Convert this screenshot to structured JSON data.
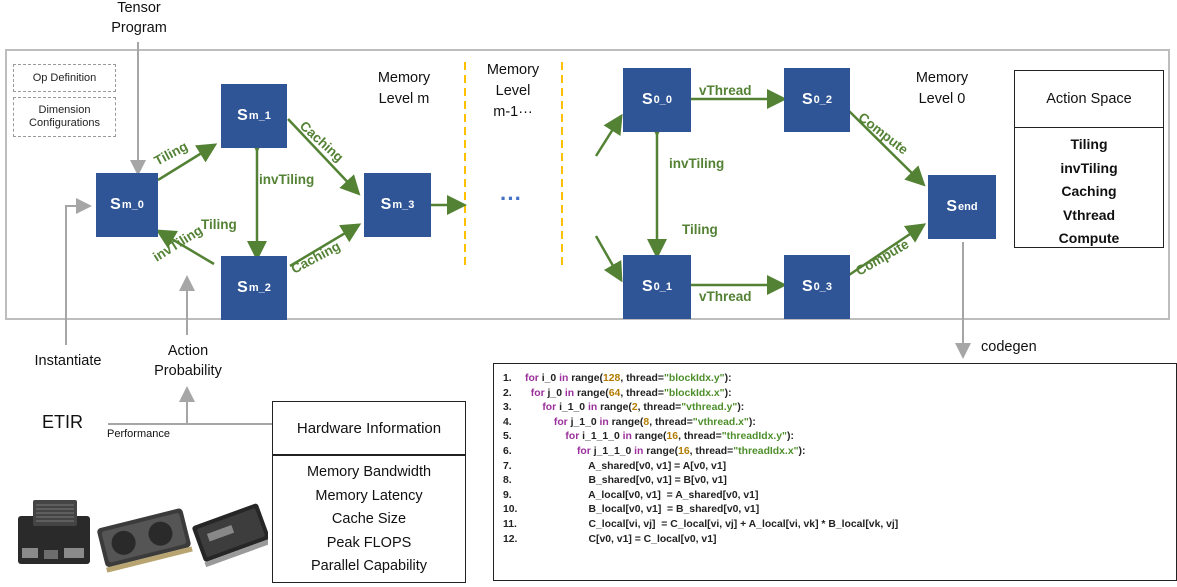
{
  "input_label": "Tensor\nProgram",
  "config_boxes": {
    "op_definition": "Op Definition",
    "dimension_configurations": "Dimension\nConfigurations"
  },
  "memory_levels": {
    "level_m": "Memory\nLevel m",
    "level_m1": "Memory\nLevel\nm-1···",
    "level_0": "Memory\nLevel 0"
  },
  "ellipsis": "···",
  "states": {
    "sm0": {
      "base": "S",
      "sub": "m_0"
    },
    "sm1": {
      "base": "S",
      "sub": "m_1"
    },
    "sm2": {
      "base": "S",
      "sub": "m_2"
    },
    "sm3": {
      "base": "S",
      "sub": "m_3"
    },
    "s00": {
      "base": "S",
      "sub": "0_0"
    },
    "s01": {
      "base": "S",
      "sub": "0_1"
    },
    "s02": {
      "base": "S",
      "sub": "0_2"
    },
    "s03": {
      "base": "S",
      "sub": "0_3"
    },
    "send": {
      "base": "S",
      "sub": "end"
    }
  },
  "edges": {
    "tiling_top": "Tiling",
    "invtiling_bottom": "invTiling",
    "invtiling_mid": "invTiling",
    "tiling_mid": "Tiling",
    "caching_top": "Caching",
    "caching_bottom": "Caching",
    "vthread_top": "vThread",
    "vthread_bottom": "vThread",
    "invtiling_right": "invTiling",
    "tiling_right": "Tiling",
    "compute_top": "Compute",
    "compute_bottom": "Compute"
  },
  "action_space": {
    "title": "Action Space",
    "items": [
      "Tiling",
      "invTiling",
      "Caching",
      "Vthread",
      "Compute"
    ]
  },
  "codegen_label": "codegen",
  "instantiate_label": "Instantiate",
  "action_probability_label": "Action\nProbability",
  "etir_label": "ETIR",
  "performance_label": "Performance",
  "hardware": {
    "title": "Hardware Information",
    "items": [
      "Memory Bandwidth",
      "Memory Latency",
      "Cache Size",
      "Peak FLOPS",
      "Parallel Capability"
    ]
  },
  "code_lines": [
    {
      "num": "1.",
      "segs": [
        [
          "kw",
          "for "
        ],
        [
          "t",
          "i_0 "
        ],
        [
          "kw",
          "in "
        ],
        [
          "t",
          "range("
        ],
        [
          "num",
          "128"
        ],
        [
          "t",
          ", thread="
        ],
        [
          "str",
          "\"blockIdx.y\""
        ],
        [
          "t",
          "):"
        ]
      ]
    },
    {
      "num": "2.",
      "segs": [
        [
          "t",
          "  "
        ],
        [
          "kw",
          "for "
        ],
        [
          "t",
          "j_0 "
        ],
        [
          "kw",
          "in "
        ],
        [
          "t",
          "range("
        ],
        [
          "num",
          "64"
        ],
        [
          "t",
          ", thread="
        ],
        [
          "str",
          "\"blockIdx.x\""
        ],
        [
          "t",
          "):"
        ]
      ]
    },
    {
      "num": "3.",
      "segs": [
        [
          "t",
          "      "
        ],
        [
          "kw",
          "for "
        ],
        [
          "t",
          "i_1_0 "
        ],
        [
          "kw",
          "in "
        ],
        [
          "t",
          "range("
        ],
        [
          "num",
          "2"
        ],
        [
          "t",
          ", thread="
        ],
        [
          "str",
          "\"vthread.y\""
        ],
        [
          "t",
          "):"
        ]
      ]
    },
    {
      "num": "4.",
      "segs": [
        [
          "t",
          "          "
        ],
        [
          "kw",
          "for "
        ],
        [
          "t",
          "j_1_0 "
        ],
        [
          "kw",
          "in "
        ],
        [
          "t",
          "range("
        ],
        [
          "num",
          "8"
        ],
        [
          "t",
          ", thread="
        ],
        [
          "str",
          "\"vthread.x\""
        ],
        [
          "t",
          "):"
        ]
      ]
    },
    {
      "num": "5.",
      "segs": [
        [
          "t",
          "              "
        ],
        [
          "kw",
          "for "
        ],
        [
          "t",
          "i_1_1_0 "
        ],
        [
          "kw",
          "in "
        ],
        [
          "t",
          "range("
        ],
        [
          "num",
          "16"
        ],
        [
          "t",
          ", thread="
        ],
        [
          "str",
          "\"threadIdx.y\""
        ],
        [
          "t",
          "):"
        ]
      ]
    },
    {
      "num": "6.",
      "segs": [
        [
          "t",
          "                  "
        ],
        [
          "kw",
          "for "
        ],
        [
          "t",
          "j_1_1_0 "
        ],
        [
          "kw",
          "in "
        ],
        [
          "t",
          "range("
        ],
        [
          "num",
          "16"
        ],
        [
          "t",
          ", thread="
        ],
        [
          "str",
          "\"threadIdx.x\""
        ],
        [
          "t",
          "):"
        ]
      ]
    },
    {
      "num": "7.",
      "segs": [
        [
          "t",
          "                      A_shared[v0, v1] = A[v0, v1]"
        ]
      ]
    },
    {
      "num": "8.",
      "segs": [
        [
          "t",
          "                      B_shared[v0, v1] = B[v0, v1]"
        ]
      ]
    },
    {
      "num": "9.",
      "segs": [
        [
          "t",
          "                      A_local[v0, v1]  = A_shared[v0, v1]"
        ]
      ]
    },
    {
      "num": "10.",
      "segs": [
        [
          "t",
          "                      B_local[v0, v1]  = B_shared[v0, v1]"
        ]
      ]
    },
    {
      "num": "11.",
      "segs": [
        [
          "t",
          "                      C_local[vi, vj]  = C_local[vi, vj] + A_local[vi, vk] * B_local[vk, vj]"
        ]
      ]
    },
    {
      "num": "12.",
      "segs": [
        [
          "t",
          "                      C[v0, v1] = C_local[v0, v1]"
        ]
      ]
    }
  ],
  "colors": {
    "state_fill": "#2f5597",
    "edge_green": "#548235",
    "level_divider": "#ffc000",
    "frame_gray": "#bdbdbd"
  }
}
